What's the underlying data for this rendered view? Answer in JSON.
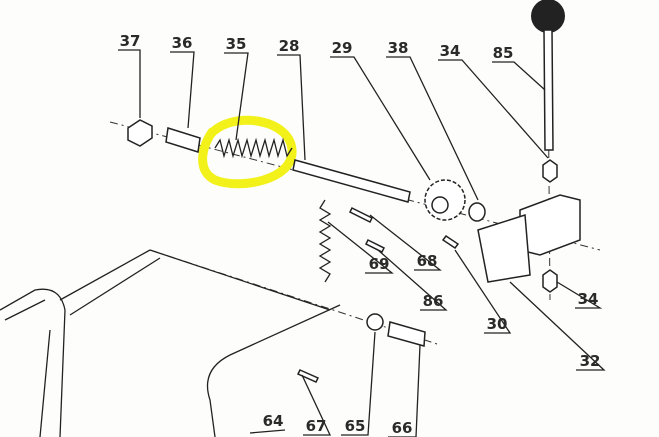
{
  "diagram": {
    "labels": {
      "p37": "37",
      "p36": "36",
      "p35": "35",
      "p28": "28",
      "p29": "29",
      "p38": "38",
      "p34a": "34",
      "p85": "85",
      "p69": "69",
      "p68": "68",
      "p86": "86",
      "p30": "30",
      "p34b": "34",
      "p32": "32",
      "p64": "64",
      "p67": "67",
      "p65": "65",
      "p66": "66"
    },
    "highlight_color": "#f2f21a"
  }
}
